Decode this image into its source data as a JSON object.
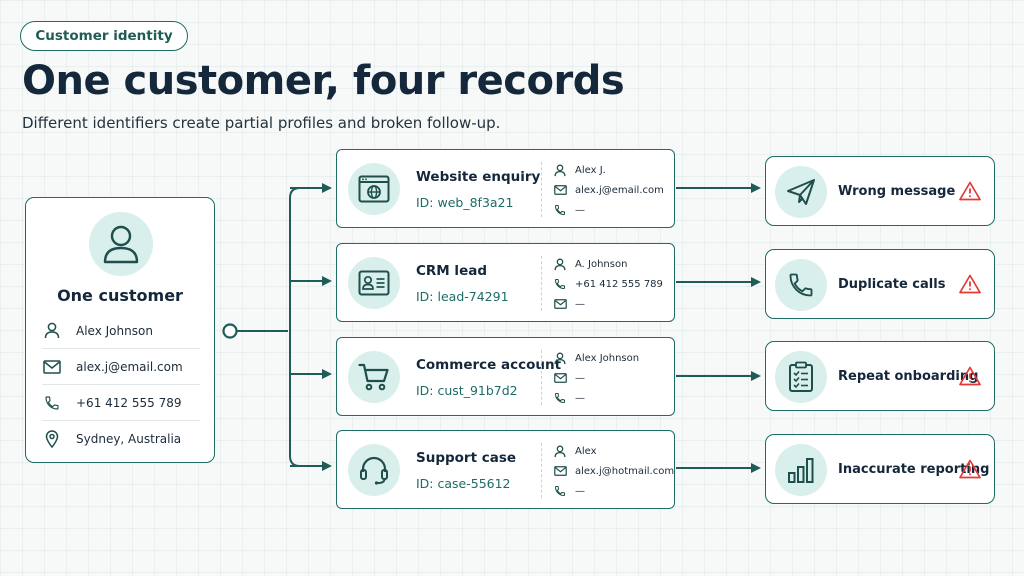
{
  "tag": "Customer identity",
  "title": "One customer, four records",
  "subtitle": "Different identifiers create partial profiles and broken follow-up.",
  "customer": {
    "title": "One customer",
    "name": "Alex Johnson",
    "email": "alex.j@email.com",
    "phone": "+61 412 555 789",
    "location": "Sydney, Australia"
  },
  "records": [
    {
      "name": "Website enquiry",
      "id": "ID: web_8f3a21",
      "icon": "browser-globe-icon",
      "fields": [
        {
          "icon": "person-icon",
          "value": "Alex J."
        },
        {
          "icon": "mail-icon",
          "value": "alex.j@email.com"
        },
        {
          "icon": "phone-icon",
          "value": "—"
        }
      ]
    },
    {
      "name": "CRM lead",
      "id": "ID: lead-74291",
      "icon": "contact-card-icon",
      "fields": [
        {
          "icon": "person-icon",
          "value": "A. Johnson"
        },
        {
          "icon": "phone-icon",
          "value": "+61 412 555 789"
        },
        {
          "icon": "mail-icon",
          "value": "—"
        }
      ]
    },
    {
      "name": "Commerce account",
      "id": "ID: cust_91b7d2",
      "icon": "shopping-cart-icon",
      "fields": [
        {
          "icon": "person-icon",
          "value": "Alex Johnson"
        },
        {
          "icon": "mail-icon",
          "value": "—"
        },
        {
          "icon": "phone-icon",
          "value": "—"
        }
      ]
    },
    {
      "name": "Support case",
      "id": "ID: case-55612",
      "icon": "headset-icon",
      "fields": [
        {
          "icon": "person-icon",
          "value": "Alex"
        },
        {
          "icon": "mail-icon",
          "value": "alex.j@hotmail.com"
        },
        {
          "icon": "phone-icon",
          "value": "—"
        }
      ]
    }
  ],
  "outcomes": [
    {
      "label": "Wrong message",
      "icon": "paper-plane-icon"
    },
    {
      "label": "Duplicate calls",
      "icon": "phone-icon"
    },
    {
      "label": "Repeat onboarding",
      "icon": "clipboard-checklist-icon"
    },
    {
      "label": "Inaccurate reporting",
      "icon": "bar-chart-icon"
    }
  ],
  "colors": {
    "accent": "#1f6b66",
    "icon_bg": "#d9efeb",
    "warning": "#e53935",
    "text": "#15273a"
  }
}
